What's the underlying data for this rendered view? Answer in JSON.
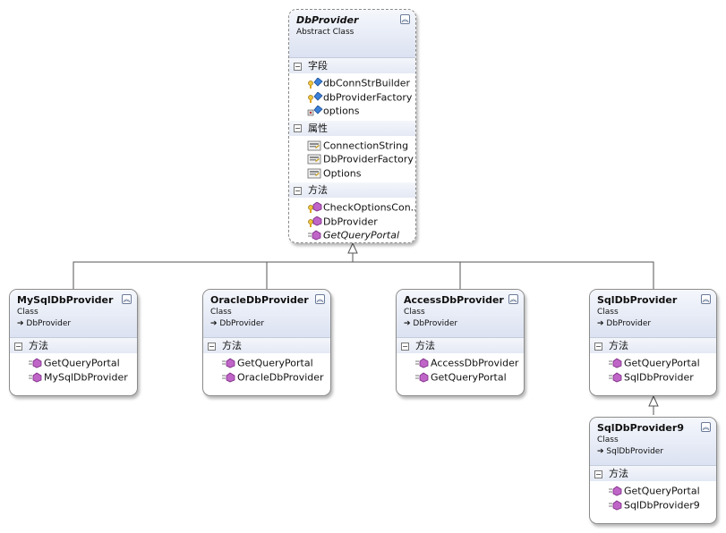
{
  "classes": {
    "dbprovider": {
      "name": "DbProvider",
      "kind": "Abstract Class",
      "sections": [
        {
          "title": "字段",
          "members": [
            {
              "name": "dbConnStrBuilder",
              "icon": "field-lock-icon"
            },
            {
              "name": "dbProviderFactory",
              "icon": "field-lock-icon"
            },
            {
              "name": "options",
              "icon": "field-protected-icon"
            }
          ]
        },
        {
          "title": "属性",
          "members": [
            {
              "name": "ConnectionString",
              "icon": "property-icon"
            },
            {
              "name": "DbProviderFactory",
              "icon": "property-icon"
            },
            {
              "name": "Options",
              "icon": "property-icon"
            }
          ]
        },
        {
          "title": "方法",
          "members": [
            {
              "name": "CheckOptionsCon...",
              "icon": "method-lock-icon"
            },
            {
              "name": "DbProvider",
              "icon": "method-lock-icon"
            },
            {
              "name": "GetQueryPortal",
              "icon": "method-abstract-icon"
            }
          ]
        }
      ]
    },
    "mysql": {
      "name": "MySqlDbProvider",
      "kind": "Class",
      "base": "DbProvider",
      "sections": [
        {
          "title": "方法",
          "members": [
            {
              "name": "GetQueryPortal",
              "icon": "method-icon"
            },
            {
              "name": "MySqlDbProvider",
              "icon": "method-icon"
            }
          ]
        }
      ]
    },
    "oracle": {
      "name": "OracleDbProvider",
      "kind": "Class",
      "base": "DbProvider",
      "sections": [
        {
          "title": "方法",
          "members": [
            {
              "name": "GetQueryPortal",
              "icon": "method-icon"
            },
            {
              "name": "OracleDbProvider",
              "icon": "method-icon"
            }
          ]
        }
      ]
    },
    "access": {
      "name": "AccessDbProvider",
      "kind": "Class",
      "base": "DbProvider",
      "sections": [
        {
          "title": "方法",
          "members": [
            {
              "name": "AccessDbProvider",
              "icon": "method-icon"
            },
            {
              "name": "GetQueryPortal",
              "icon": "method-icon"
            }
          ]
        }
      ]
    },
    "sql": {
      "name": "SqlDbProvider",
      "kind": "Class",
      "base": "DbProvider",
      "sections": [
        {
          "title": "方法",
          "members": [
            {
              "name": "GetQueryPortal",
              "icon": "method-icon"
            },
            {
              "name": "SqlDbProvider",
              "icon": "method-icon"
            }
          ]
        }
      ]
    },
    "sql9": {
      "name": "SqlDbProvider9",
      "kind": "Class",
      "base": "SqlDbProvider",
      "sections": [
        {
          "title": "方法",
          "members": [
            {
              "name": "GetQueryPortal",
              "icon": "method-icon"
            },
            {
              "name": "SqlDbProvider9",
              "icon": "method-icon"
            }
          ]
        }
      ]
    }
  },
  "relations": [
    {
      "from": "MySqlDbProvider",
      "to": "DbProvider",
      "type": "inheritance"
    },
    {
      "from": "OracleDbProvider",
      "to": "DbProvider",
      "type": "inheritance"
    },
    {
      "from": "AccessDbProvider",
      "to": "DbProvider",
      "type": "inheritance"
    },
    {
      "from": "SqlDbProvider",
      "to": "DbProvider",
      "type": "inheritance"
    },
    {
      "from": "SqlDbProvider9",
      "to": "SqlDbProvider",
      "type": "inheritance"
    }
  ],
  "colors": {
    "header_gradient_top": "#f5f7fc",
    "header_gradient_bottom": "#dbe2f1",
    "method_icon": "#b84fc0",
    "field_icon": "#2f6fc9",
    "lock_icon": "#d9a521",
    "connector": "#555555"
  }
}
